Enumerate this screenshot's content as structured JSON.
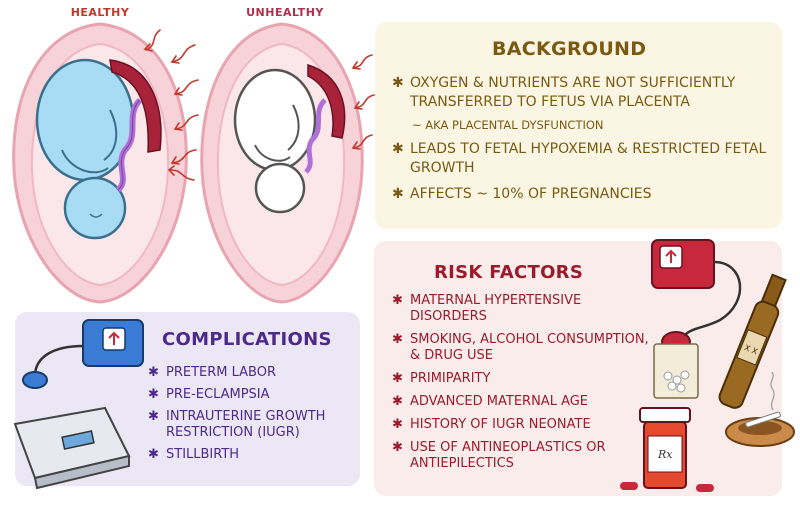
{
  "headers": {
    "healthy": "HEALTHY",
    "unhealthy": "UNHEALTHY"
  },
  "background": {
    "title": "BACKGROUND",
    "items": [
      "OXYGEN & NUTRIENTS are NOT SUFFICIENTLY TRANSFERRED to FETUS via PLACENTA",
      "LEADS to FETAL HYPOXEMIA & RESTRICTED FETAL GROWTH",
      "AFFECTS ~ 10% of PREGNANCIES"
    ],
    "subnote": "~ aka PLACENTAL DYSFUNCTION"
  },
  "risk_factors": {
    "title": "RISK FACTORS",
    "items": [
      "MATERNAL HYPERTENSIVE DISORDERS",
      "SMOKING, ALCOHOL CONSUMPTION, & DRUG USE",
      "PRIMIPARITY",
      "ADVANCED MATERNAL AGE",
      "HISTORY of IUGR NEONATE",
      "USE of ANTINEOPLASTICS or ANTIEPILECTICS"
    ]
  },
  "complications": {
    "title": "COMPLICATIONS",
    "items": [
      "PRETERM LABOR",
      "PRE-ECLAMPSIA",
      "INTRAUTERINE GROWTH RESTRICTION (IUGR)",
      "STILLBIRTH"
    ]
  },
  "labels": {
    "rx": "Rx",
    "bottle_label": "X X"
  },
  "colors": {
    "background_text": "#7a5a12",
    "risk_text": "#9b1b2a",
    "complications_text": "#4d2a8a",
    "healthy_header": "#c0392b",
    "unhealthy_header": "#b03050"
  },
  "icons": [
    "uterus-icon",
    "fetus-icon",
    "placenta-icon",
    "blood-pressure-cuff-icon",
    "scale-icon",
    "beer-bottle-icon",
    "pill-bottle-icon",
    "pill-bag-icon",
    "ashtray-cigarette-icon",
    "star-bullet-icon"
  ]
}
